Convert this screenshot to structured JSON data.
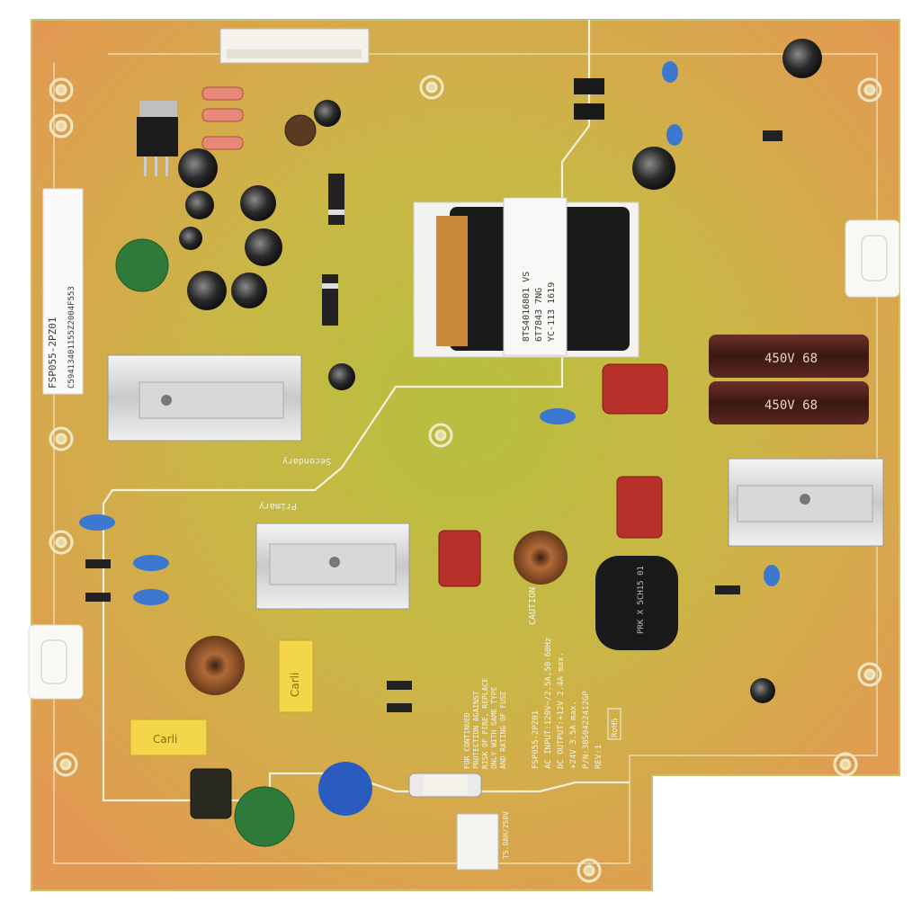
{
  "board": {
    "model": "FSP055-2PZ01",
    "sticker": "C59413401155Z2004F553",
    "input_label": "AC INPUT:120V~/2.5A,50-60Hz",
    "output_label": "DC OUTPUT:+12V 2.4A max.",
    "output_label_2": "+24V 3.5A max.",
    "pn": "P/N:3BS0422412GP",
    "rev": "REV:1",
    "rohs": "RoHS",
    "caution_1": "CAUTION",
    "caution_2": "FOR CONTINUED",
    "caution_3": "PROTECTION AGAINST",
    "caution_4": "RISK OF FIRE, REPLACE",
    "caution_5": "ONLY WITH SAME TYPE",
    "caution_6": "AND RATING OF FUSE",
    "fuse_rating": "T5.0AH/250V",
    "secondary": "Secondary",
    "primary": "Primary",
    "transformer_1": "8TS4016801 VS",
    "transformer_2": "6T7843 7NG",
    "transformer_3": "YC-113 1619",
    "cap_1": "450V 68",
    "cap_2": "450V 68",
    "cap_yellow_1": "Carli",
    "cap_yellow_2": "Carli",
    "choke_text": "PRK X 5CH15 01"
  }
}
